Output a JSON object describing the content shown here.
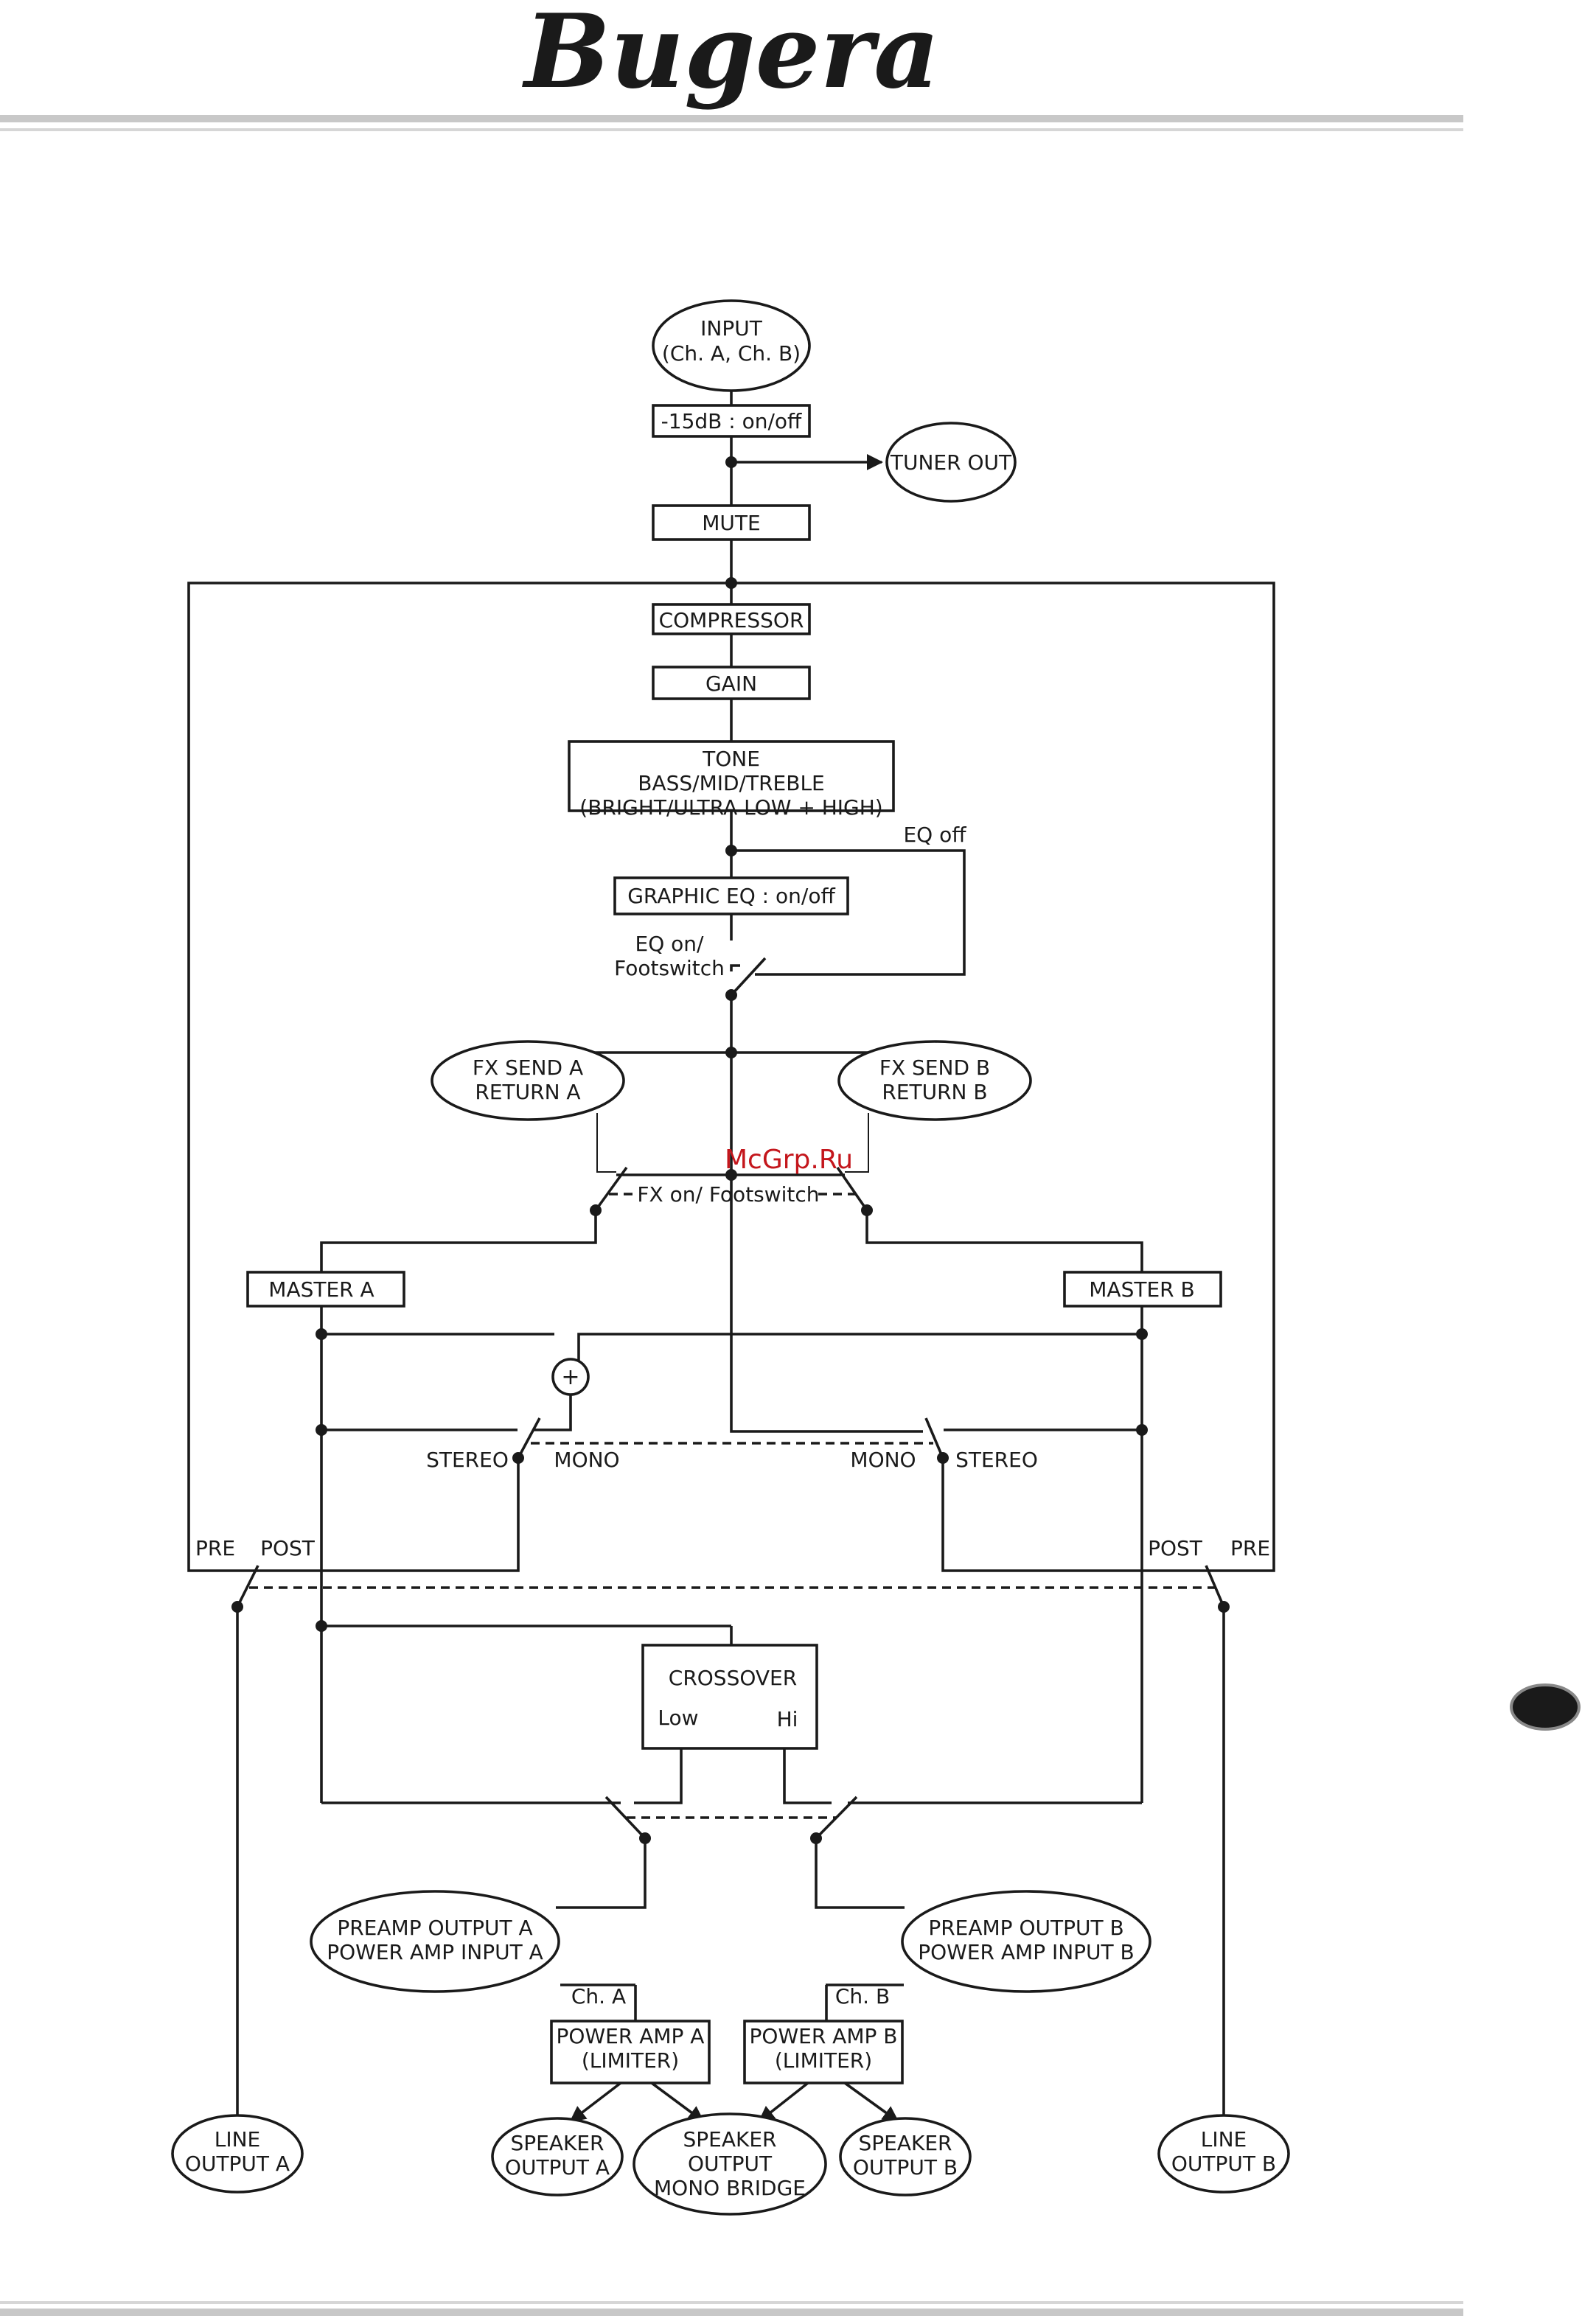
{
  "header": {
    "brand": "Bugera"
  },
  "watermark": "McGrp.Ru",
  "diagram": {
    "input": [
      "INPUT",
      "(Ch. A, Ch. B)"
    ],
    "pad": "-15dB : on/off",
    "tuner_out": "TUNER OUT",
    "mute": "MUTE",
    "compressor": "COMPRESSOR",
    "gain": "GAIN",
    "tone": [
      "TONE",
      "BASS/MID/TREBLE",
      "(BRIGHT/ULTRA LOW + HIGH)"
    ],
    "eq_off": "EQ off",
    "graphic_eq": "GRAPHIC EQ : on/off",
    "eq_on": [
      "EQ on/",
      "Footswitch"
    ],
    "fx_send_a": [
      "FX SEND A",
      "RETURN A"
    ],
    "fx_send_b": [
      "FX SEND B",
      "RETURN B"
    ],
    "fx_footswitch": "FX on/ Footswitch",
    "master_a": "MASTER A",
    "master_b": "MASTER B",
    "sum": "+",
    "stereo_left": "STEREO",
    "mono_left": "MONO",
    "mono_right": "MONO",
    "stereo_right": "STEREO",
    "pre_left": "PRE",
    "post_left": "POST",
    "post_right": "POST",
    "pre_right": "PRE",
    "crossover": "CROSSOVER",
    "low": "Low",
    "hi": "Hi",
    "preamp_out_a": [
      "PREAMP OUTPUT A",
      "POWER AMP INPUT A"
    ],
    "preamp_out_b": [
      "PREAMP OUTPUT B",
      "POWER AMP INPUT B"
    ],
    "ch_a": "Ch. A",
    "ch_b": "Ch. B",
    "power_amp_a": [
      "POWER AMP A",
      "(LIMITER)"
    ],
    "power_amp_b": [
      "POWER AMP B",
      "(LIMITER)"
    ],
    "line_output_a": [
      "LINE",
      "OUTPUT A"
    ],
    "line_output_b": [
      "LINE",
      "OUTPUT B"
    ],
    "speaker_output_a": [
      "SPEAKER",
      "OUTPUT A"
    ],
    "speaker_output_b": [
      "SPEAKER",
      "OUTPUT B"
    ],
    "speaker_mono_bridge": [
      "SPEAKER",
      "OUTPUT",
      "MONO BRIDGE"
    ]
  }
}
